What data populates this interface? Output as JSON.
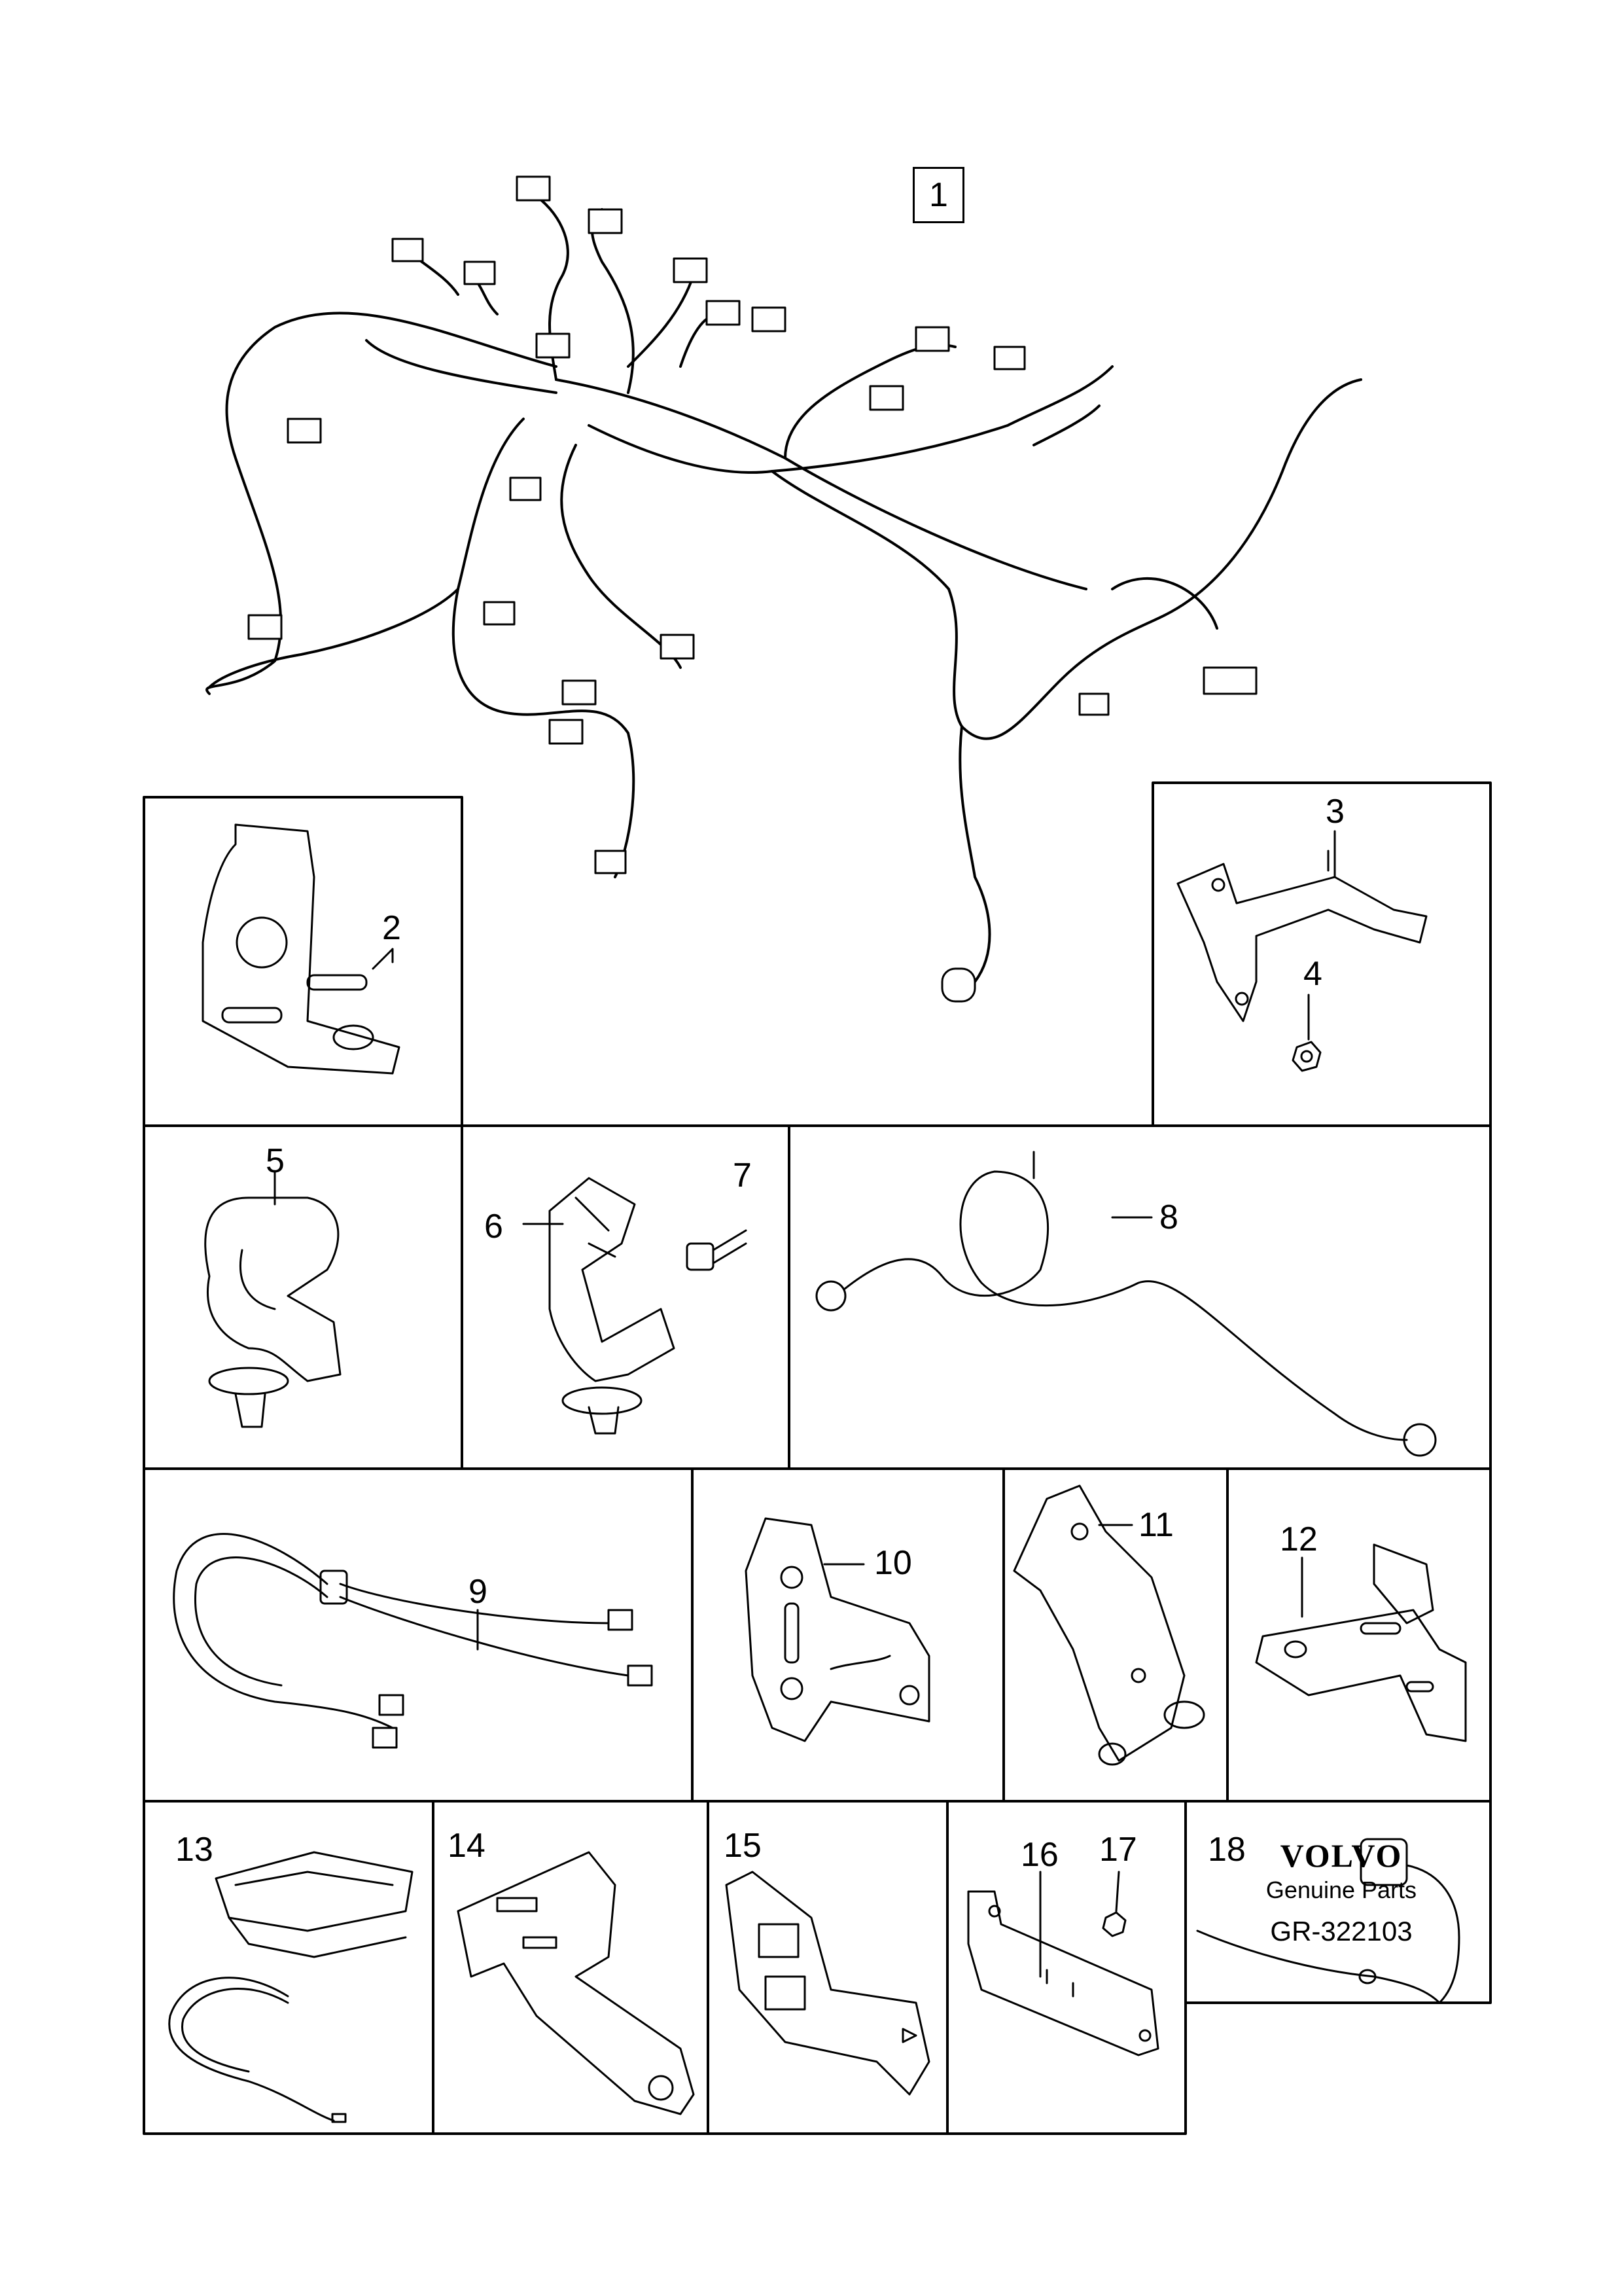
{
  "callouts": {
    "c1": "1",
    "c2": "2",
    "c3": "3",
    "c4": "4",
    "c5": "5",
    "c6": "6",
    "c7": "7",
    "c8": "8",
    "c9": "9",
    "c10": "10",
    "c11": "11",
    "c12": "12",
    "c13": "13",
    "c14": "14",
    "c15": "15",
    "c16": "16",
    "c17": "17",
    "c18": "18"
  },
  "footer": {
    "logo": "VOLVO",
    "tagline": "Genuine Parts",
    "code": "GR-322103"
  }
}
